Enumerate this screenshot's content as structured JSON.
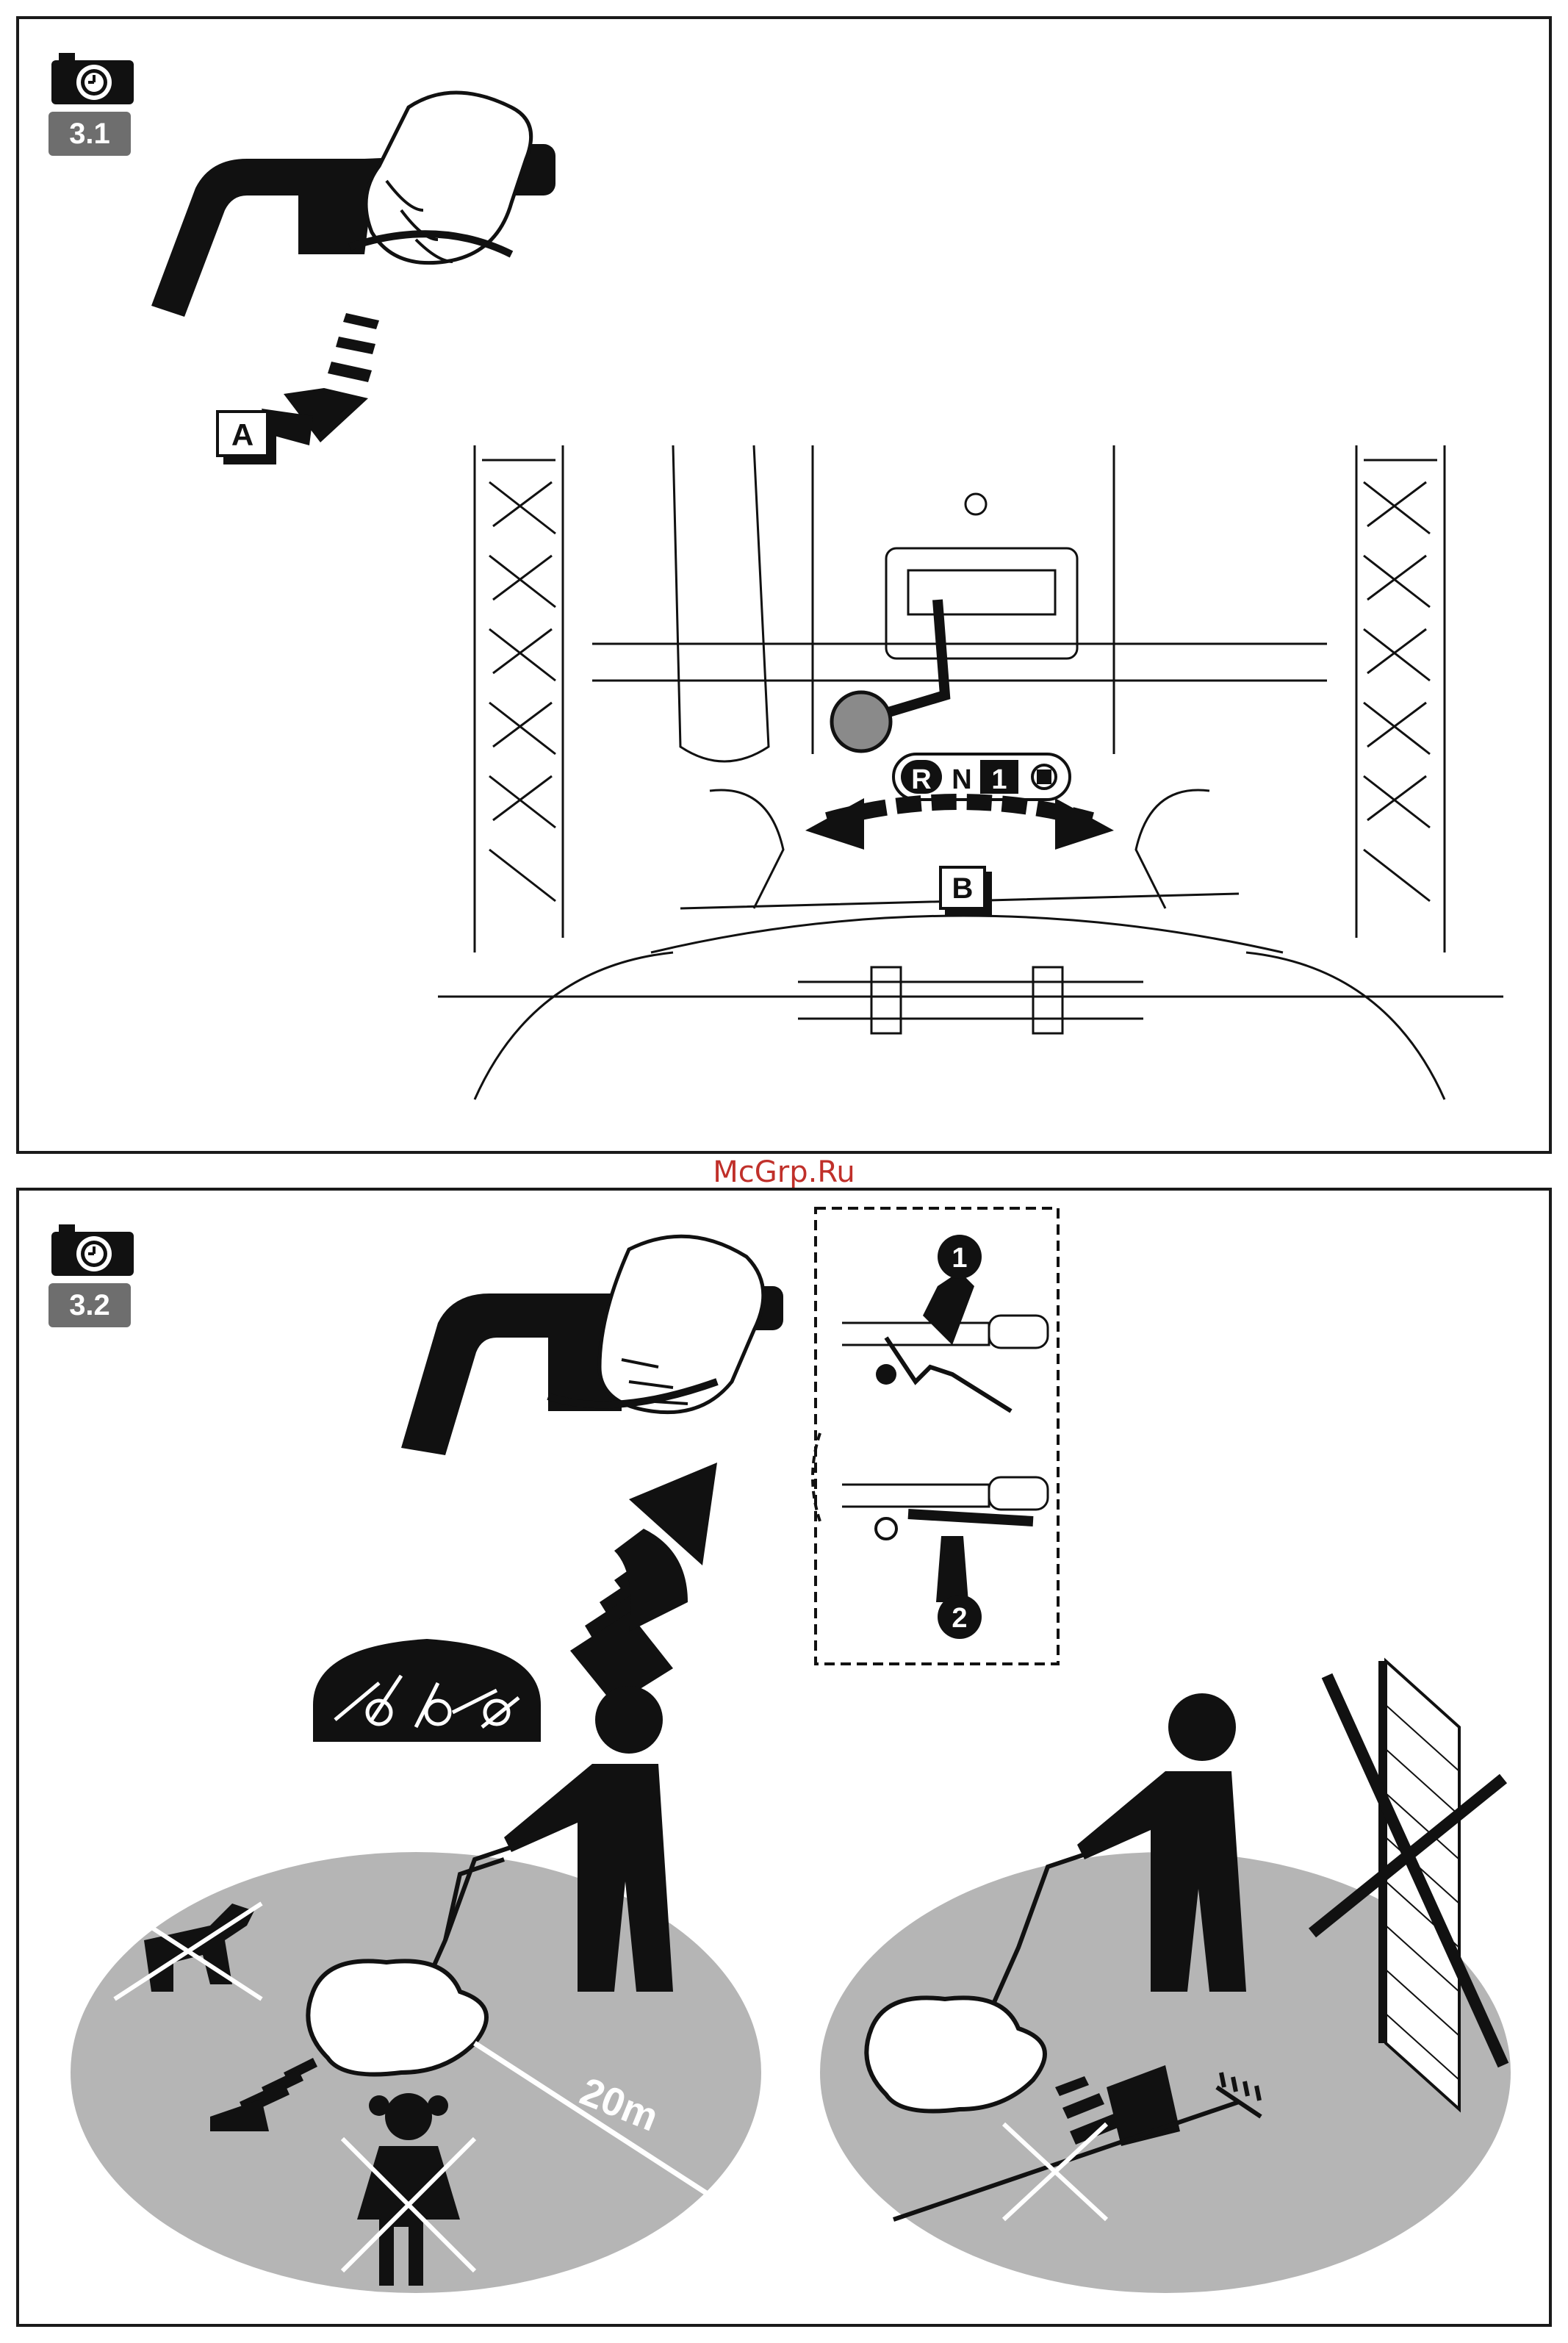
{
  "watermark": "McGrp.Ru",
  "panels": [
    {
      "badge": "3.1",
      "labels": {
        "a": "A",
        "b": "B"
      },
      "gear_positions": [
        "R",
        "N",
        "1"
      ]
    },
    {
      "badge": "3.2",
      "callouts": [
        "1",
        "2"
      ],
      "distance": "20m"
    }
  ],
  "colors": {
    "ground": "#b5b5b5",
    "ink": "#111111",
    "badge": "#6e6e6e",
    "watermark": "#c0302a"
  },
  "icons": [
    "camera-icon",
    "hand-on-handlebar",
    "gear-shift-lever",
    "tine-cluster-icon",
    "person-icon",
    "tiller-icon",
    "dog-icon",
    "child-icon",
    "wall-icon",
    "rake-icon"
  ]
}
